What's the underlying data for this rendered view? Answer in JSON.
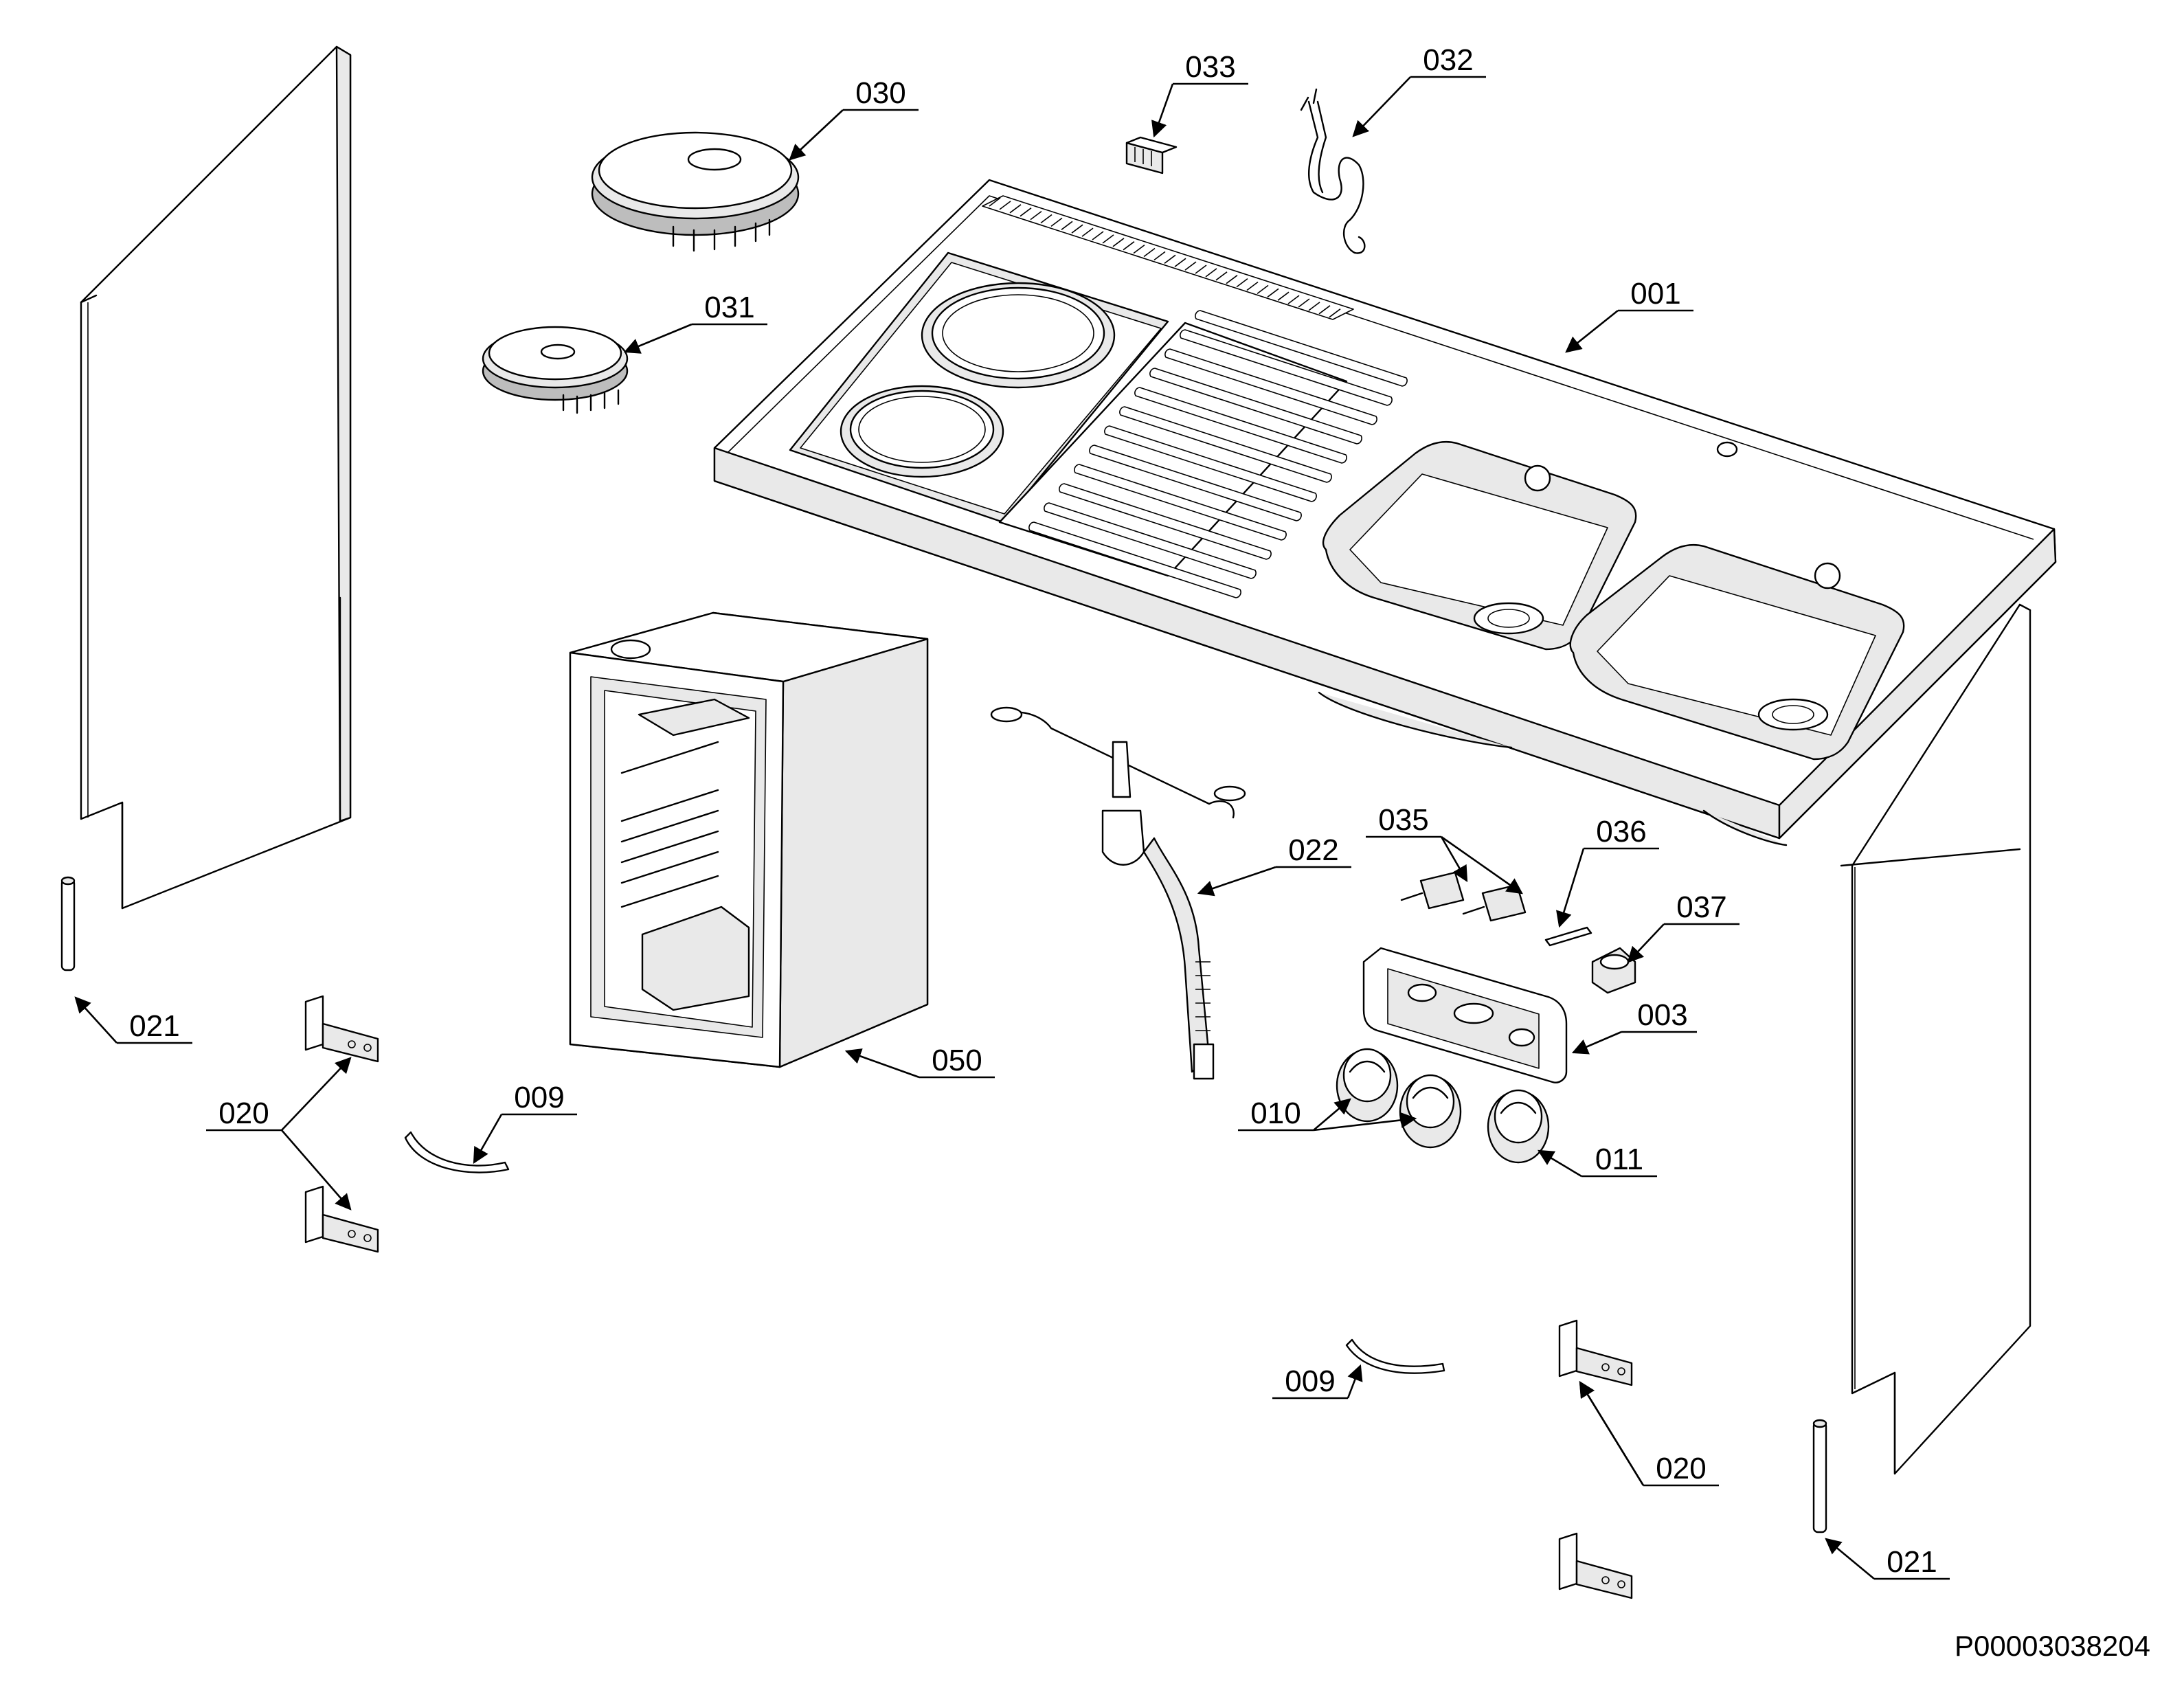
{
  "drawing_number": "P00003038204",
  "parts": [
    {
      "id": "001"
    },
    {
      "id": "003"
    },
    {
      "id": "009"
    },
    {
      "id": "010"
    },
    {
      "id": "011"
    },
    {
      "id": "020"
    },
    {
      "id": "021"
    },
    {
      "id": "022"
    },
    {
      "id": "030"
    },
    {
      "id": "031"
    },
    {
      "id": "032"
    },
    {
      "id": "033"
    },
    {
      "id": "035"
    },
    {
      "id": "036"
    },
    {
      "id": "037"
    },
    {
      "id": "050"
    }
  ]
}
